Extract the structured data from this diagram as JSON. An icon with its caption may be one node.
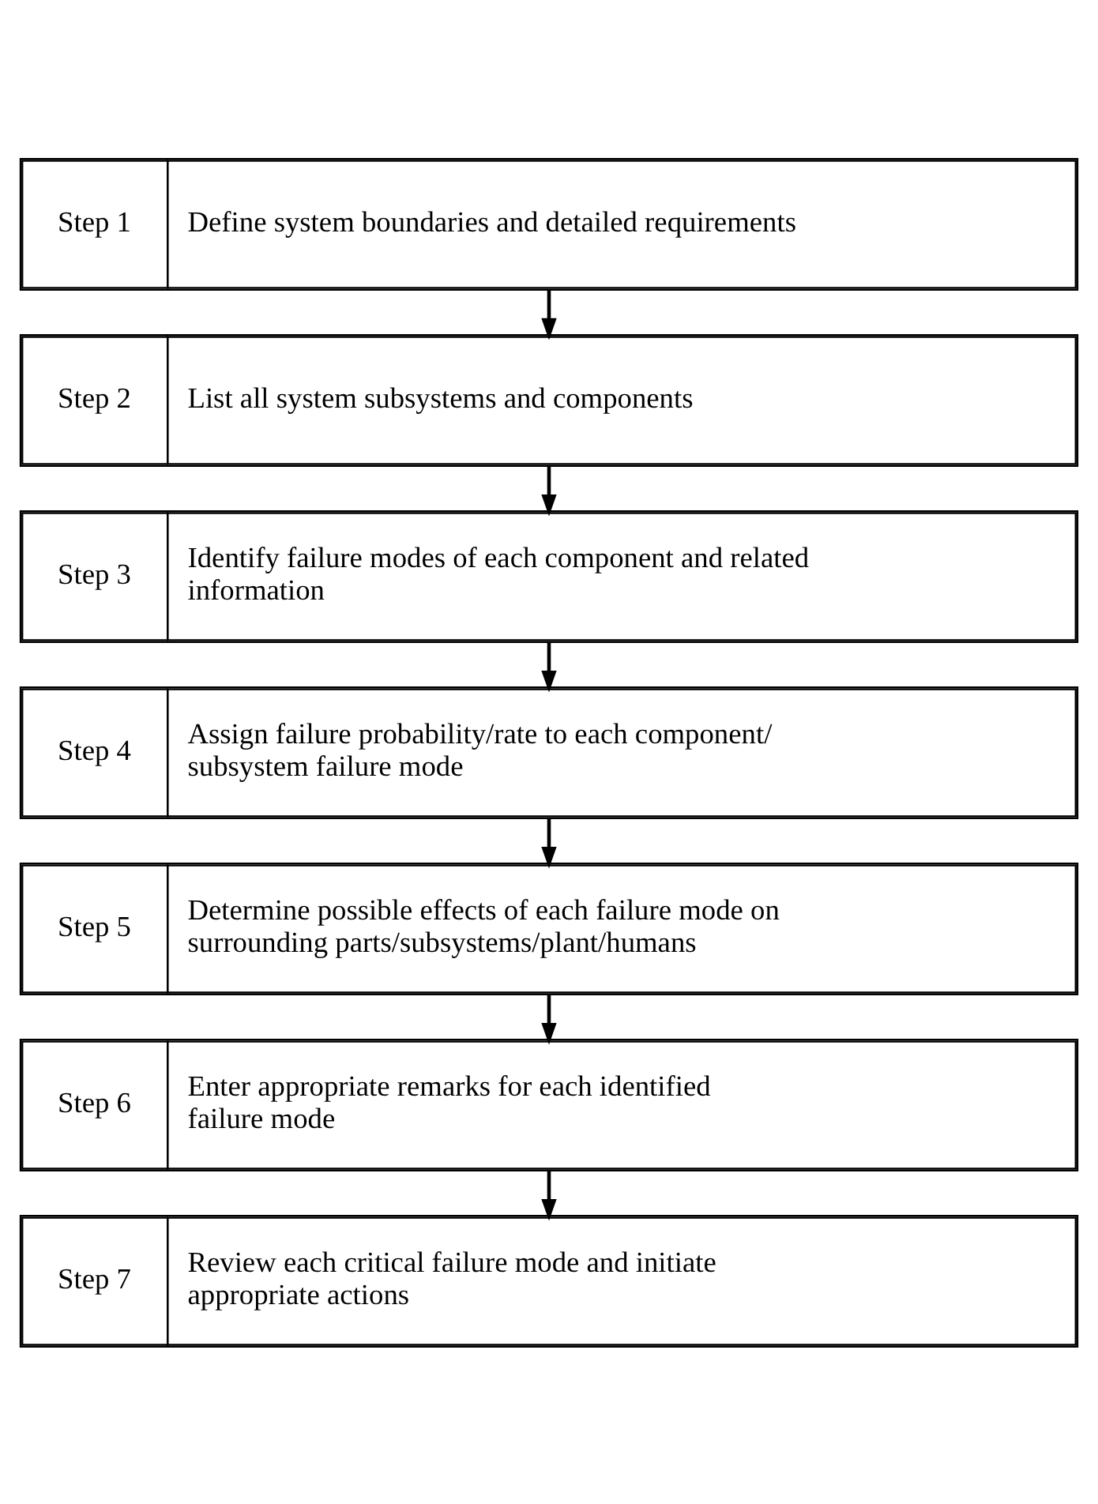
{
  "diagram": {
    "nodes": [
      {
        "text": [
          "Step 1",
          "Define system boundaries and detailed requirements"
        ]
      },
      {
        "text": [
          "Step 2",
          "List all system subsystems and components"
        ]
      },
      {
        "text": [
          "Step 3",
          "Identify failure modes of each component and related information"
        ]
      },
      {
        "text": [
          "Step 4",
          "Assign failure probability/rate to each component/ subsystem failure mode"
        ]
      },
      {
        "text": [
          "Step 5",
          "Determine possible effects of each failure mode on surrounding parts/subsystems/plant/humans"
        ]
      },
      {
        "text": [
          "Step 6",
          "Enter appropriate remarks for each identified failure mode"
        ]
      },
      {
        "text": [
          "Step 7",
          "Review each critical failure mode and initiate appropriate actions"
        ]
      }
    ],
    "edges": [
      {
        "from": 0,
        "to": 1,
        "arrow": "to"
      },
      {
        "from": 1,
        "to": 2,
        "arrow": "to"
      },
      {
        "from": 2,
        "to": 3,
        "arrow": "to"
      },
      {
        "from": 3,
        "to": 4,
        "arrow": "to"
      },
      {
        "from": 4,
        "to": 5,
        "arrow": "to"
      },
      {
        "from": 5,
        "to": 6,
        "arrow": "to"
      }
    ]
  }
}
